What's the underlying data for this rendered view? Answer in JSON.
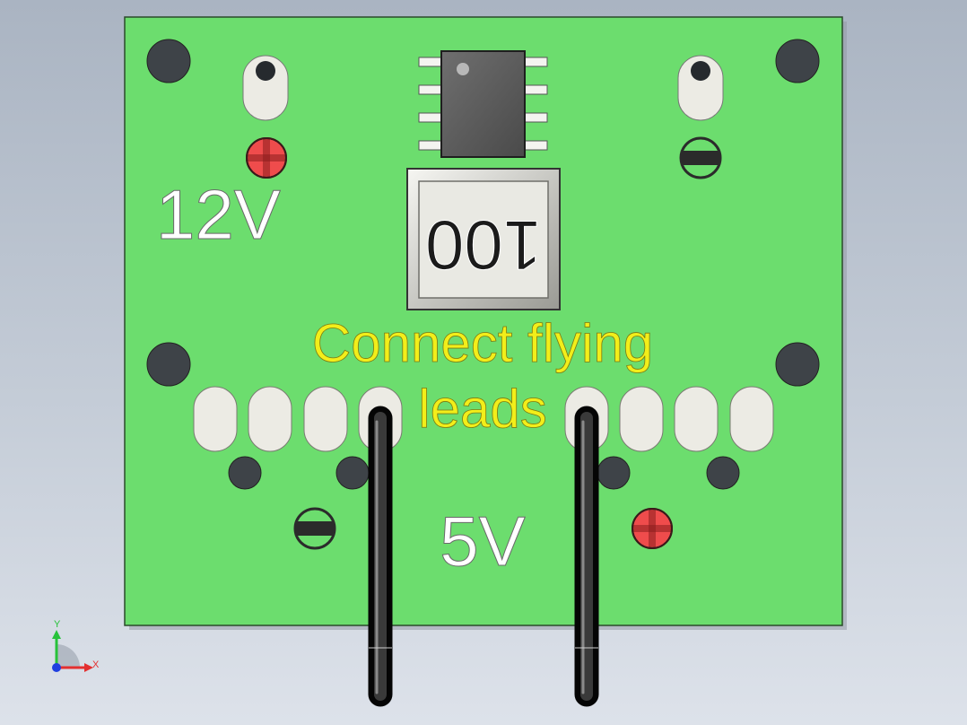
{
  "board": {
    "label_12v": "12V",
    "label_5v": "5V",
    "note_line1": "Connect flying",
    "note_line2": "leads",
    "resistor_code": "100",
    "board_color": "#6cdd6e",
    "text_white": "#ffffff",
    "text_yellow": "#f2ee1a",
    "marker_positive_color": "#ef4c4c",
    "marker_negative_color": "#2b2b2b"
  },
  "triad": {
    "y_label": "Y",
    "x_label": "X",
    "y_color": "#27c23a",
    "x_color": "#e33030",
    "z_color": "#1f3fe0"
  }
}
